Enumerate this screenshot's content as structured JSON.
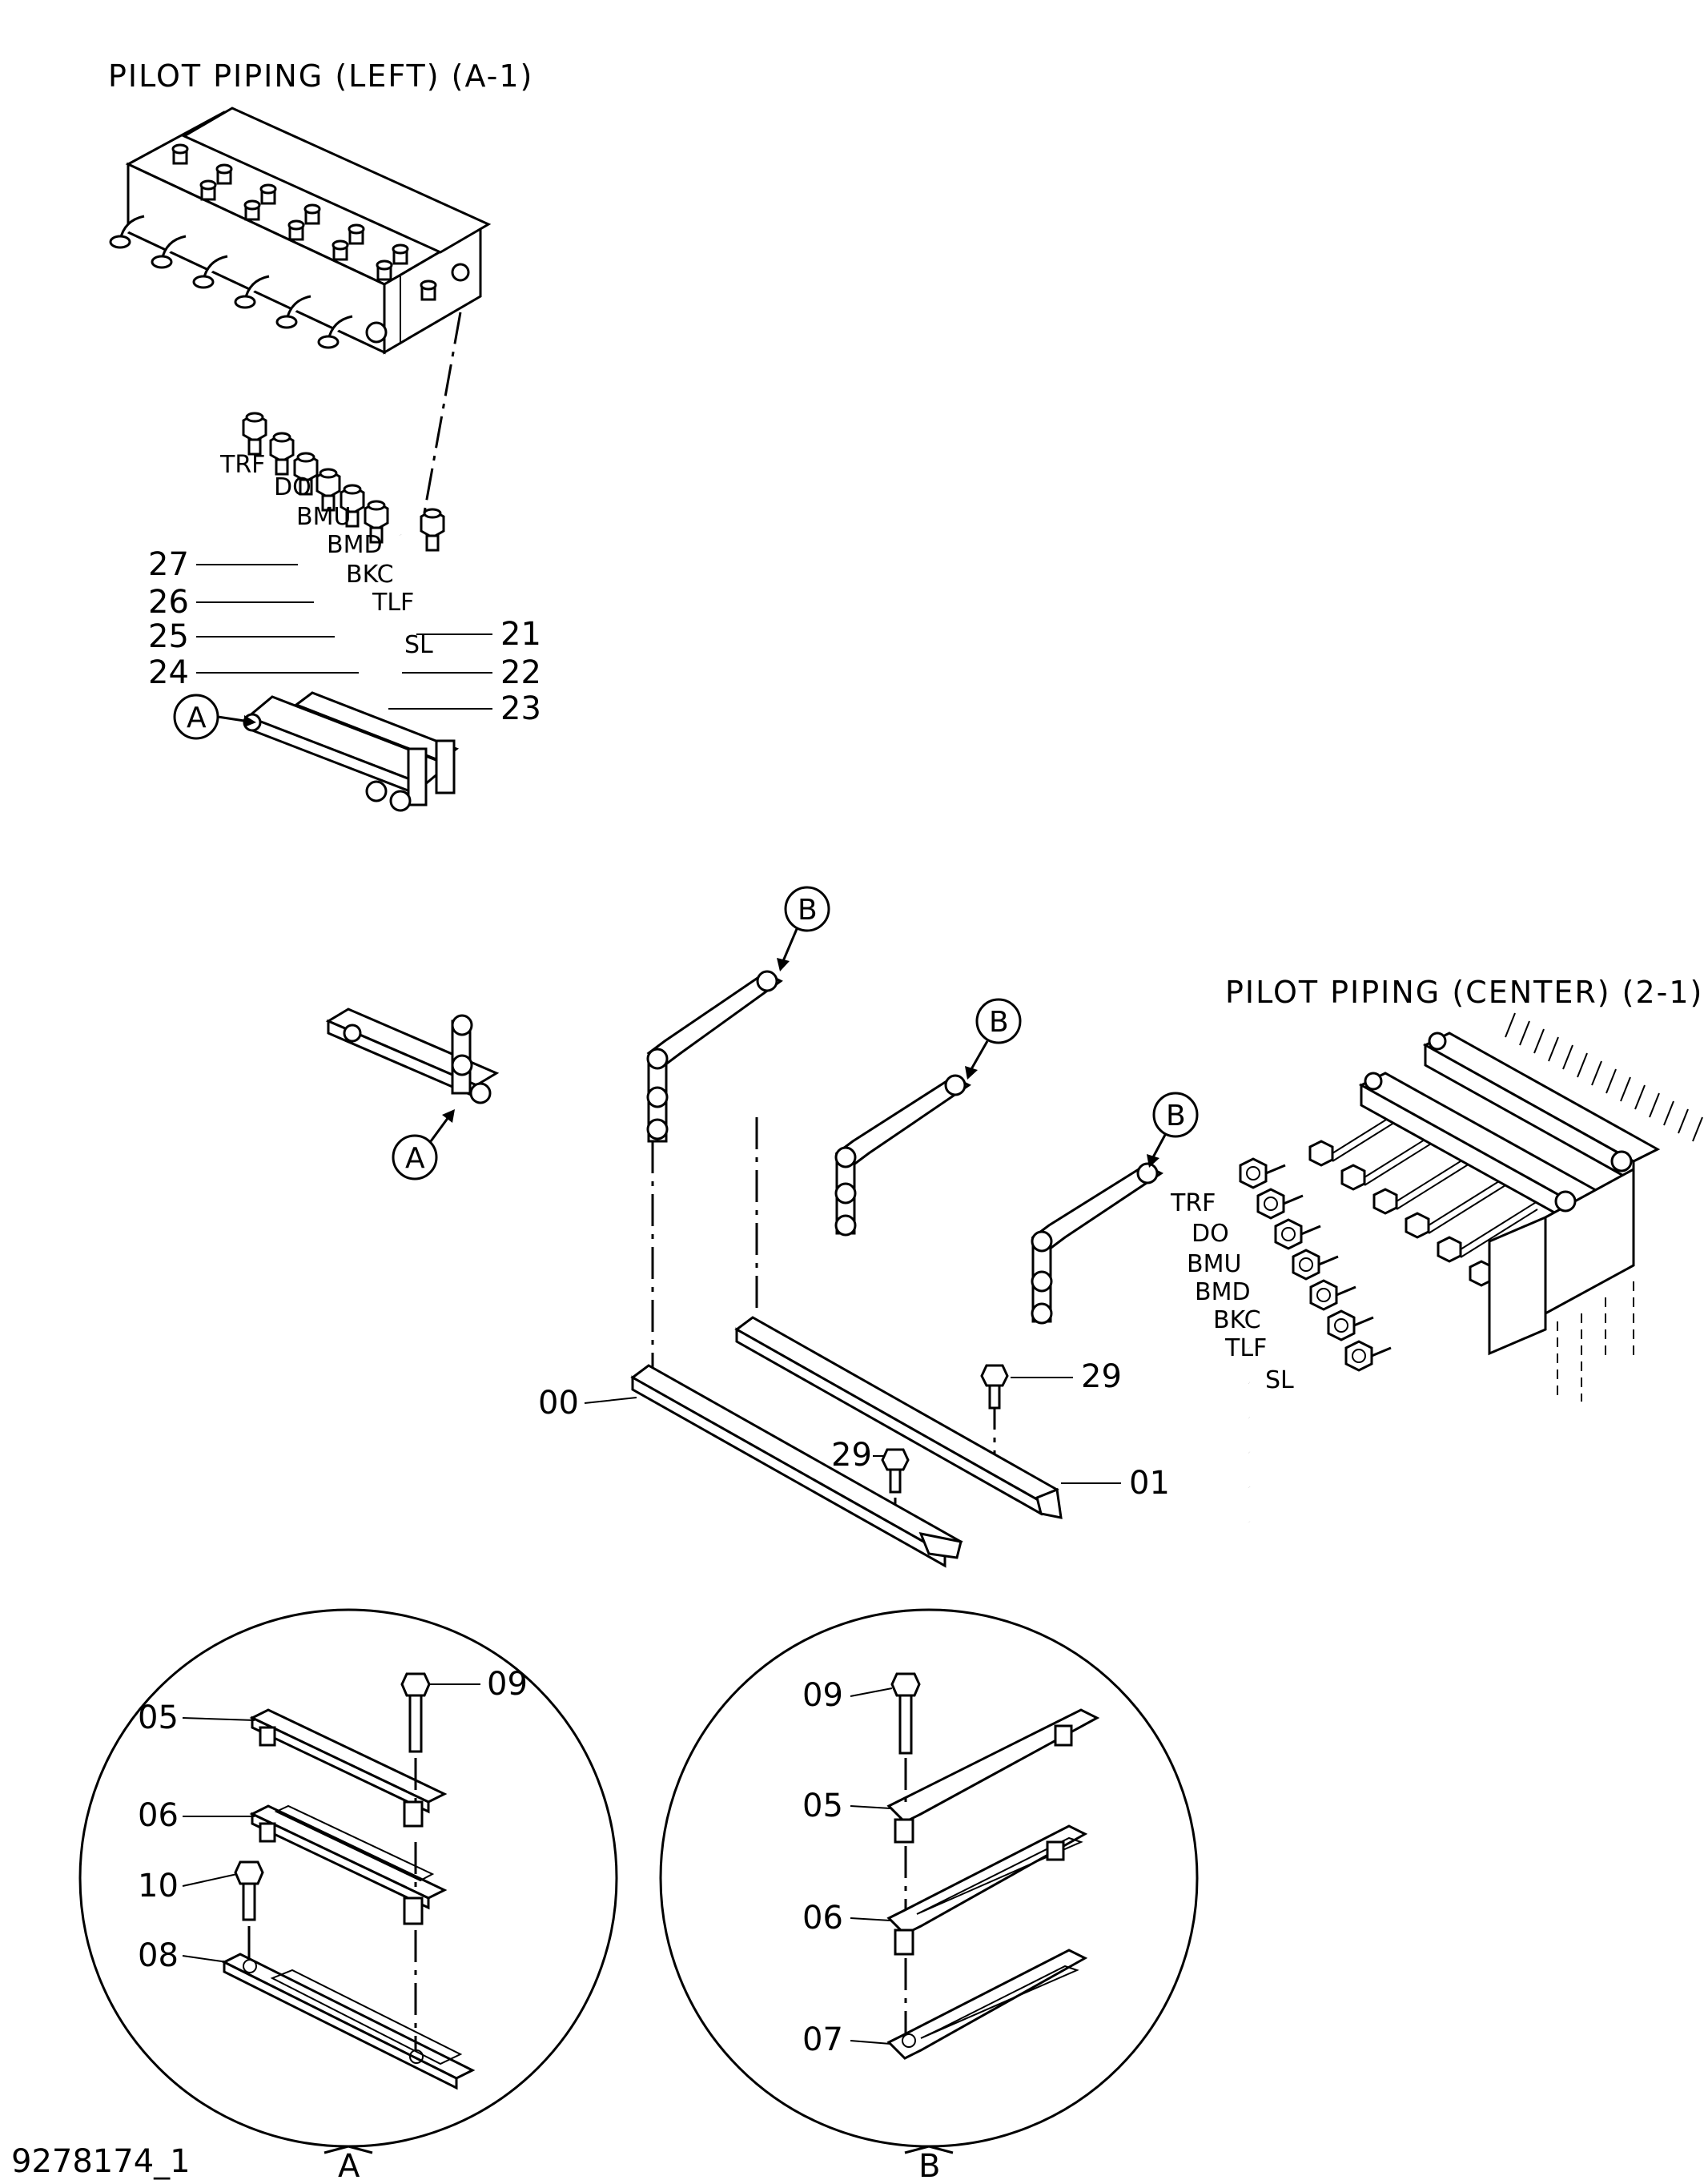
{
  "titles": {
    "left": "PILOT PIPING (LEFT) (A-1)",
    "center": "PILOT PIPING (CENTER) (2-1)"
  },
  "drawing_number": "9278174_1",
  "port_tags_left": [
    "TRF",
    "DO",
    "BMU",
    "BMD",
    "BKC",
    "TLF",
    "SL"
  ],
  "port_tags_right": [
    "TRF",
    "DO",
    "BMU",
    "BMD",
    "BKC",
    "TLF",
    "SL"
  ],
  "part_numbers": {
    "p27": "27",
    "p26": "26",
    "p25": "25",
    "p24": "24",
    "p21": "21",
    "p22": "22",
    "p23": "23",
    "p00": "00",
    "p01": "01",
    "p29a": "29",
    "p29b": "29",
    "a05": "05",
    "a06": "06",
    "a08": "08",
    "a09": "09",
    "a10": "10",
    "b05": "05",
    "b06": "06",
    "b07": "07",
    "b09": "09"
  },
  "callouts": {
    "a_top": "A",
    "a_bottom": "A",
    "b1": "B",
    "b2": "B",
    "b3": "B"
  },
  "detail_labels": {
    "a": "A",
    "b": "B"
  }
}
